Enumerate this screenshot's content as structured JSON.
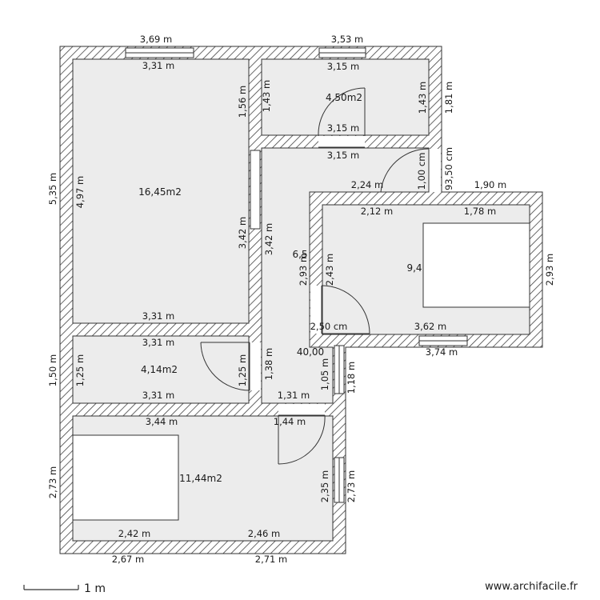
{
  "credit": "www.archifacile.fr",
  "scale": {
    "label": "1 m"
  },
  "rooms": {
    "top_left_area": "16,45m2",
    "top_mid_area": "4,50m2",
    "right_room_area": "9,4",
    "small_left_area": "4,14m2",
    "bottom_area": "11,44m2",
    "corridor_area": "6,5",
    "corridor_area2": "40,00"
  },
  "dims": {
    "top_a_ext": "3,69 m",
    "top_a_int": "3,31 m",
    "top_b_ext": "3,53 m",
    "top_b_int": "3,15 m",
    "top_b_mid": "3,15 m",
    "top_b_low": "3,15 m",
    "left_v_ext": "5,35 m",
    "left_v_int": "4,97 m",
    "a_right_v": "1,56 m",
    "b_left_v": "1,43 m",
    "b_right_v": "1,43 m",
    "b_ext_v": "1,81 m",
    "corr_v1": "3,42 m",
    "corr_v2": "3,42 m",
    "door_v": "1,00 cm",
    "right_top_v": "93,50 cm",
    "r_224": "2,24 m",
    "r_212": "2,12 m",
    "r_190": "1,90 m",
    "r_178": "1,78 m",
    "r_left_v1": "2,93 m",
    "r_left_v2": "2,43 m",
    "r_right_v": "2,93 m",
    "r_bot_int": "3,62 m",
    "r_bot_ext": "3,74 m",
    "r_door": "2,50 cm",
    "a_bot": "3,31 m",
    "c_top": "3,31 m",
    "c_bot": "3,31 m",
    "c_left_v_ext": "1,50 m",
    "c_left_v_int": "1,25 m",
    "c_right_v": "1,25 m",
    "corr_138": "1,38 m",
    "corr_131": "1,31 m",
    "corr_105": "1,05 m",
    "corr_118": "1,18 m",
    "d_top_a": "3,44 m",
    "d_top_b": "1,44 m",
    "d_left_ext": "2,73 m",
    "d_right_int": "2,35 m",
    "d_right_ext": "2,73 m",
    "d_bot_int_a": "2,42 m",
    "d_bot_int_b": "2,46 m",
    "d_bot_ext_a": "2,67 m",
    "d_bot_ext_b": "2,71 m"
  }
}
